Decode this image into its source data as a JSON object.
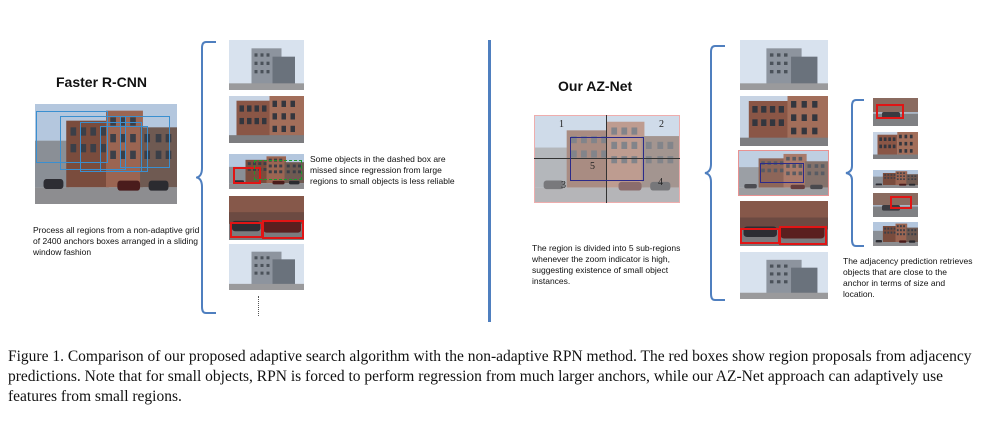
{
  "left_panel": {
    "title": "Faster R-CNN",
    "description": "Process all regions from a non-adaptive grid of 2400 anchors boxes arranged in a sliding window fashion",
    "note": "Some objects in the dashed box are missed since regression from large regions to small objects is less reliable"
  },
  "right_panel": {
    "title": "Our AZ-Net",
    "description": "The region is divided into 5 sub-regions whenever the zoom indicator is high, suggesting existence of small object instances.",
    "adjacency_note": "The adjacency prediction retrieves objects that are close to the anchor in terms of size and location.",
    "grid_labels": [
      "1",
      "2",
      "3",
      "4",
      "5"
    ]
  },
  "caption": "Figure 1. Comparison of our proposed adaptive search algorithm with the non-adaptive RPN method. The red boxes show region proposals from adjacency predictions. Note that for small objects, RPN is forced to perform regression from much larger anchors, while our AZ-Net approach can adaptively use features from small regions.",
  "colors": {
    "anchor_box": "#3a8fd0",
    "proposal_box": "#e01515",
    "missed_box": "#1c9a2c",
    "subregion_box": "#2c2a8a",
    "divider": "#4f7fbf"
  }
}
